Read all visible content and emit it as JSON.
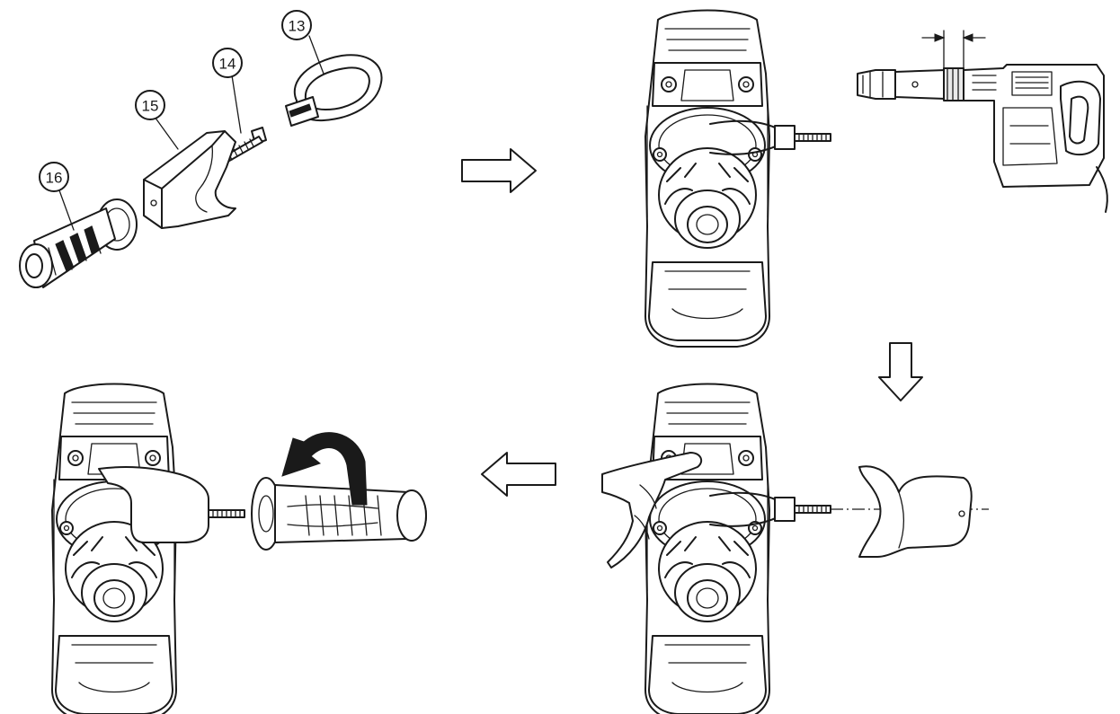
{
  "callouts": {
    "part_13": "13",
    "part_14": "14",
    "part_15": "15",
    "part_16": "16"
  },
  "icons": [
    "arrow-right-icon",
    "arrow-down-icon",
    "arrow-left-icon",
    "rotate-arrow-icon"
  ],
  "colors": {
    "line": "#1a1a1a",
    "background": "#ffffff",
    "fill_grey": "#e9e9e9"
  }
}
